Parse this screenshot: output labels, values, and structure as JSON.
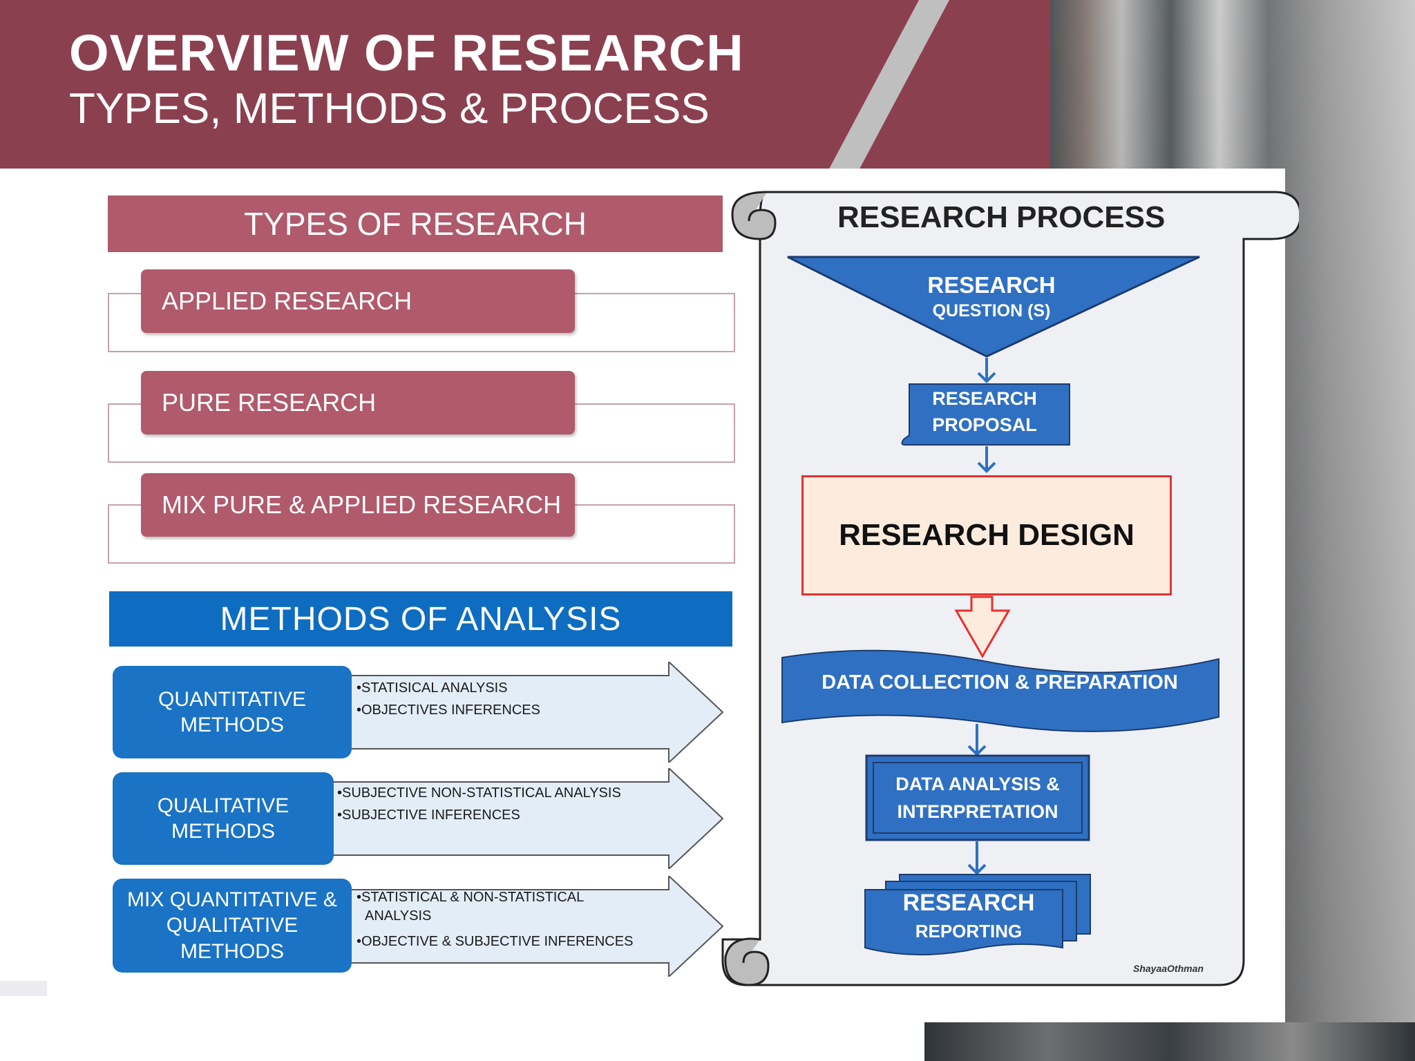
{
  "header": {
    "title": "OVERVIEW OF RESEARCH",
    "subtitle": "TYPES, METHODS & PROCESS"
  },
  "types": {
    "heading": "TYPES OF RESEARCH",
    "items": [
      "APPLIED RESEARCH",
      "PURE RESEARCH",
      "MIX PURE & APPLIED RESEARCH"
    ]
  },
  "methods": {
    "heading": "METHODS  OF ANALYSIS",
    "items": [
      {
        "label_line1": "QUANTITATIVE",
        "label_line2": "METHODS",
        "bullets": [
          "•STATISICAL ANALYSIS",
          "•OBJECTIVES INFERENCES"
        ]
      },
      {
        "label_line1": "QUALITATIVE",
        "label_line2": "METHODS",
        "bullets": [
          "•SUBJECTIVE NON-STATISTICAL ANALYSIS",
          "•SUBJECTIVE INFERENCES"
        ]
      },
      {
        "label_line1": "MIX QUANTITATIVE &",
        "label_line2": "QUALITATIVE",
        "label_line3": "METHODS",
        "bullets": [
          "•STATISTICAL &  NON-STATISTICAL",
          "ANALYSIS",
          "•OBJECTIVE & SUBJECTIVE INFERENCES"
        ]
      }
    ]
  },
  "process": {
    "title": "RESEARCH PROCESS",
    "question_line1": "RESEARCH",
    "question_line2": "QUESTION (S)",
    "proposal_line1": "RESEARCH",
    "proposal_line2": "PROPOSAL",
    "design": "RESEARCH DESIGN",
    "collection": "DATA COLLECTION  & PREPARATION",
    "analysis_line1": "DATA ANALYSIS &",
    "analysis_line2": "INTERPRETATION",
    "reporting_line1": "RESEARCH",
    "reporting_line2": "REPORTING",
    "signature": "ShayaaOthman"
  },
  "colors": {
    "header": "#8b4050",
    "types_accent": "#b05a6c",
    "methods_accent": "#0e6dc0",
    "process_blue": "#2f70c3",
    "design_border": "#e83030"
  }
}
